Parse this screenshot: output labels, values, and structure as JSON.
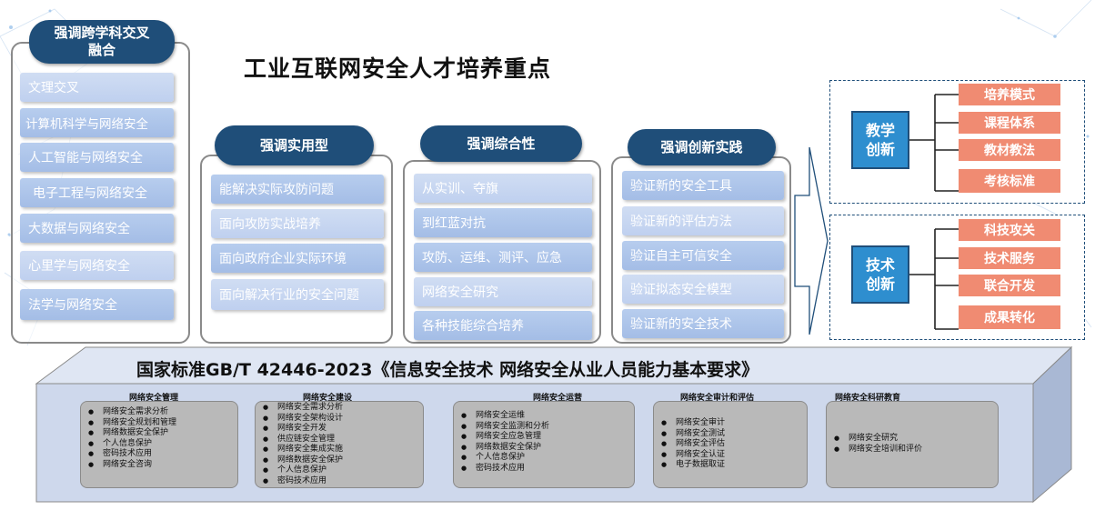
{
  "title": "工业互联网安全人才培养重点",
  "columns": [
    {
      "header": "强调跨学科交叉\n融合",
      "items": [
        "文理交叉",
        "计算机科学与网络安全",
        "人工智能与网络安全",
        "电子工程与网络安全",
        "大数据与网络安全",
        "心里学与网络安全",
        "法学与网络安全"
      ]
    },
    {
      "header": "强调实用型",
      "items": [
        "能解决实际攻防问题",
        "面向攻防实战培养",
        "面向政府企业实际环境",
        "面向解决行业的安全问题"
      ]
    },
    {
      "header": "强调综合性",
      "items": [
        "从实训、夺旗",
        "到红蓝对抗",
        "攻防、运维、测评、应急",
        "网络安全研究",
        "各种技能综合培养"
      ]
    },
    {
      "header": "强调创新实践",
      "items": [
        "验证新的安全工具",
        "验证新的评估方法",
        "验证自主可信安全",
        "验证拟态安全模型",
        "验证新的安全技术"
      ]
    }
  ],
  "innovation": [
    {
      "label": "教学\n创新",
      "tags": [
        "培养模式",
        "课程体系",
        "教材教法",
        "考核标准"
      ]
    },
    {
      "label": "技术\n创新",
      "tags": [
        "科技攻关",
        "技术服务",
        "联合开发",
        "成果转化"
      ]
    }
  ],
  "standard": {
    "title": "国家标准GB/T 42446-2023《信息安全技术 网络安全从业人员能力基本要求》",
    "groups": [
      {
        "head": "网络安全管理",
        "items": [
          "网络安全需求分析",
          "网络安全规划和管理",
          "网络数据安全保护",
          "个人信息保护",
          "密码技术应用",
          "网络安全咨询"
        ]
      },
      {
        "head": "网络安全建设",
        "items": [
          "网络安全需求分析",
          "网络安全架构设计",
          "网络安全开发",
          "供应链安全管理",
          "网络安全集成实施",
          "网络数据安全保护",
          "个人信息保护",
          "密码技术应用"
        ]
      },
      {
        "head": "网络安全运营",
        "items": [
          "网络安全运维",
          "网络安全监测和分析",
          "网络安全应急管理",
          "网络数据安全保护",
          "个人信息保护",
          "密码技术应用"
        ]
      },
      {
        "head": "网络安全审计和评估",
        "items": [
          "网络安全审计",
          "网络安全测试",
          "网络安全评估",
          "网络安全认证",
          "电子数据取证"
        ]
      },
      {
        "head": "网络安全科研教育",
        "items": [
          "网络安全研究",
          "网络安全培训和评价"
        ]
      }
    ]
  },
  "colors": {
    "header_blue": "#1f4e79",
    "item_blue": "#a4bde6",
    "innov_blue": "#2e8ecf",
    "tag_orange": "#f08b72",
    "base_fill": "#ced8ec"
  }
}
